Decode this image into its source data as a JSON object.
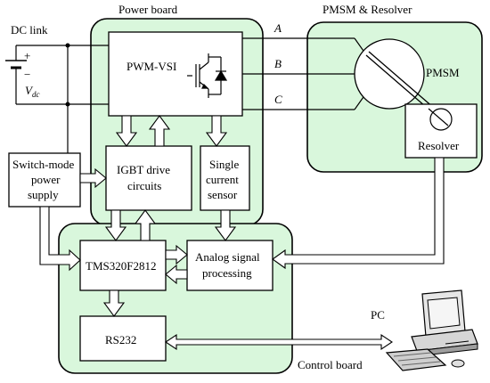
{
  "colors": {
    "board_fill": "#d9f7dc",
    "line": "#000000"
  },
  "titles": {
    "power_board": "Power board",
    "pmsm_resolver": "PMSM & Resolver",
    "control_board": "Control board",
    "dc_link": "DC link",
    "pc": "PC"
  },
  "blocks": {
    "pwm_vsi": "PWM-VSI",
    "igbt_line1": "IGBT drive",
    "igbt_line2": "circuits",
    "sensor_line1": "Single",
    "sensor_line2": "current",
    "sensor_line3": "sensor",
    "psu_line1": "Switch-mode",
    "psu_line2": "power",
    "psu_line3": "supply",
    "dsp": "TMS320F2812",
    "analog_line1": "Analog signal",
    "analog_line2": "processing",
    "rs232": "RS232",
    "pmsm": "PMSM",
    "resolver": "Resolver"
  },
  "phases": {
    "a": "A",
    "b": "B",
    "c": "C"
  },
  "dc_source": {
    "plus": "+",
    "minus": "−",
    "v": "V",
    "v_sub": "dc"
  },
  "icons": [
    "igbt-icon",
    "pc-icon",
    "battery-icon",
    "resolver-icon"
  ]
}
